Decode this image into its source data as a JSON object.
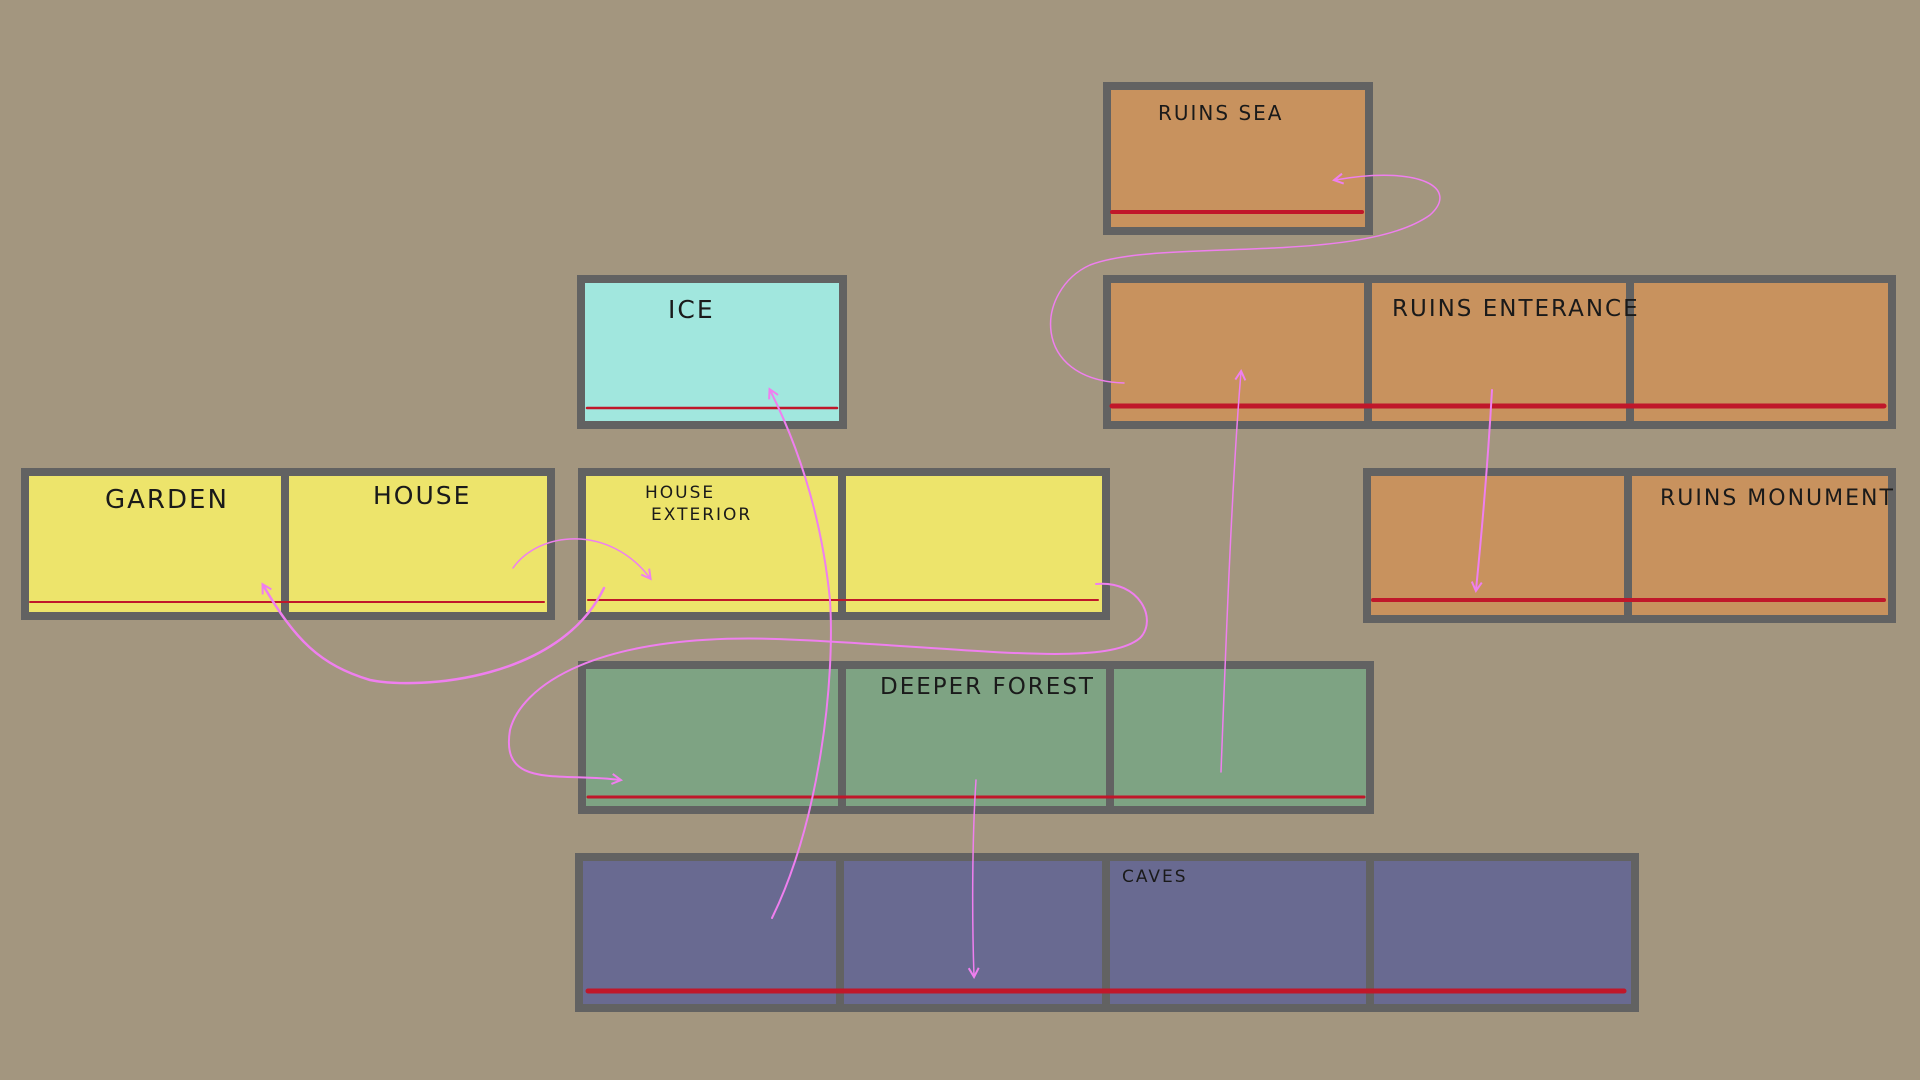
{
  "colors": {
    "background": "#a3967f",
    "border": "#626262",
    "garden_house": "#ede46b",
    "ice": "#a1e7de",
    "forest": "#7ea383",
    "ruins": "#c8925e",
    "caves": "#696a91",
    "floor_line": "#c0172a",
    "connection": "#ef7fef"
  },
  "labels": {
    "garden": "GARDEN",
    "house": "HOUSE",
    "ice": "ICE",
    "house_exterior_line1": "HOUSE",
    "house_exterior_line2": "EXTERIOR",
    "deeper_forest": "DEEPER FOREST",
    "caves": "CAVES",
    "ruins_sea": "RUINS SEA",
    "ruins_enterance": "RUINS ENTERANCE",
    "ruins_monument": "RUINS MONUMENT"
  }
}
